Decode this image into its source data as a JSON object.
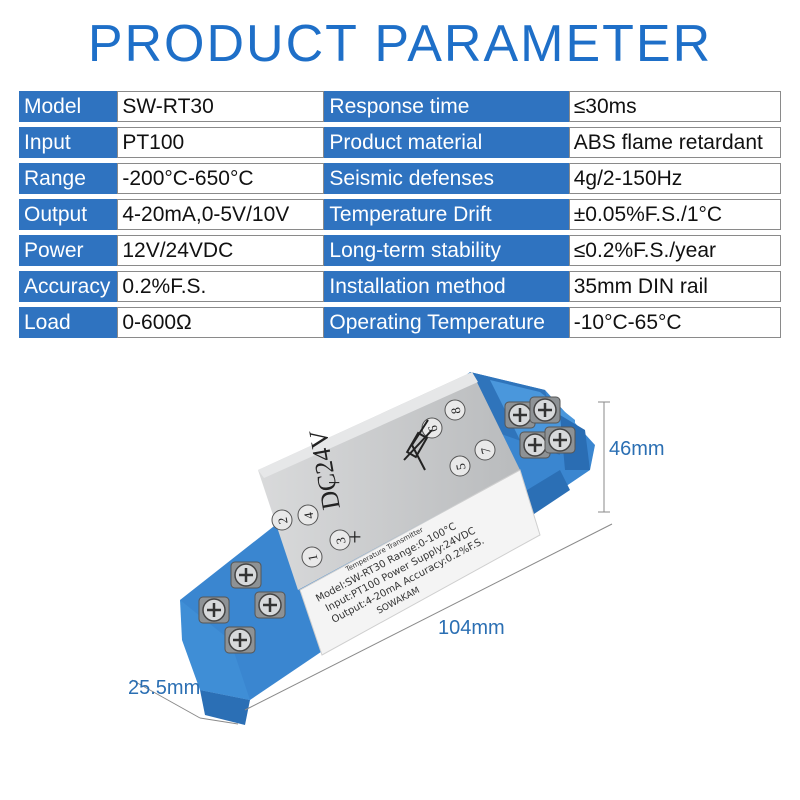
{
  "title": "PRODUCT PARAMETER",
  "params": [
    {
      "l1": "Model",
      "v1": "SW-RT30",
      "l2": "Response time",
      "v2": "≤30ms"
    },
    {
      "l1": "Input",
      "v1": "PT100",
      "l2": "Product material",
      "v2": "ABS flame retardant"
    },
    {
      "l1": "Range",
      "v1": "-200°C-650°C",
      "l2": "Seismic defenses",
      "v2": "4g/2-150Hz"
    },
    {
      "l1": "Output",
      "v1": "4-20mA,0-5V/10V",
      "l2": "Temperature Drift",
      "v2": "±0.05%F.S./1°C"
    },
    {
      "l1": "Power",
      "v1": "12V/24VDC",
      "l2": "Long-term stability",
      "v2": "≤0.2%F.S./year"
    },
    {
      "l1": "Accuracy",
      "v1": "0.2%F.S.",
      "l2": "Installation method",
      "v2": "35mm DIN rail"
    },
    {
      "l1": "Load",
      "v1": "0-600Ω",
      "l2": "Operating Temperature",
      "v2": "-10°C-65°C"
    }
  ],
  "dimensions": {
    "height": "46mm",
    "length": "104mm",
    "width": "25.5mm"
  },
  "device": {
    "voltage": "DC24V",
    "minus": "−",
    "plus": "+",
    "terminals": [
      "1",
      "2",
      "3",
      "4",
      "5",
      "6",
      "7",
      "8"
    ],
    "label_lines": [
      "Temperature Transmitter",
      "Model:SW-RT30  Range:0-100°C",
      "Input:PT100  Power Supply:24VDC",
      "Output:4-20mA  Accuracy:0.2%F.S.",
      "SOWAKAM"
    ]
  },
  "colors": {
    "title": "#1e6fc8",
    "label_bg": "#2f73c0",
    "dimension": "#2b6fb3",
    "housing": "#3b8fd8"
  }
}
